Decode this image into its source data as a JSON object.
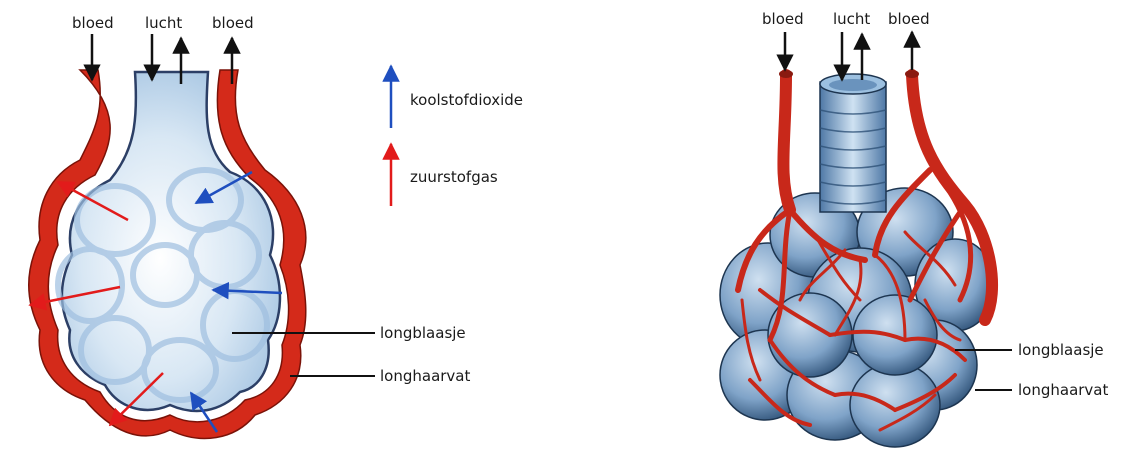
{
  "left_diagram": {
    "top_labels": [
      "bloed",
      "lucht",
      "bloed"
    ],
    "callouts": {
      "alveolus": "longblaasje",
      "capillary": "longhaarvat"
    }
  },
  "legend": [
    {
      "label": "koolstofdioxide",
      "color": "#1f4fbf",
      "icon": "blue-arrow-icon"
    },
    {
      "label": "zuurstofgas",
      "color": "#e21b1b",
      "icon": "red-arrow-icon"
    }
  ],
  "right_diagram": {
    "top_labels": [
      "bloed",
      "lucht",
      "bloed"
    ],
    "callouts": {
      "alveolus": "longblaasje",
      "capillary": "longhaarvat"
    }
  },
  "colors": {
    "blood_red": "#d42a1a",
    "air_blue": "#bcd6ea",
    "wall_blue": "#2c3f66",
    "co2_arrow": "#1f4fbf",
    "o2_arrow": "#e21b1b"
  }
}
